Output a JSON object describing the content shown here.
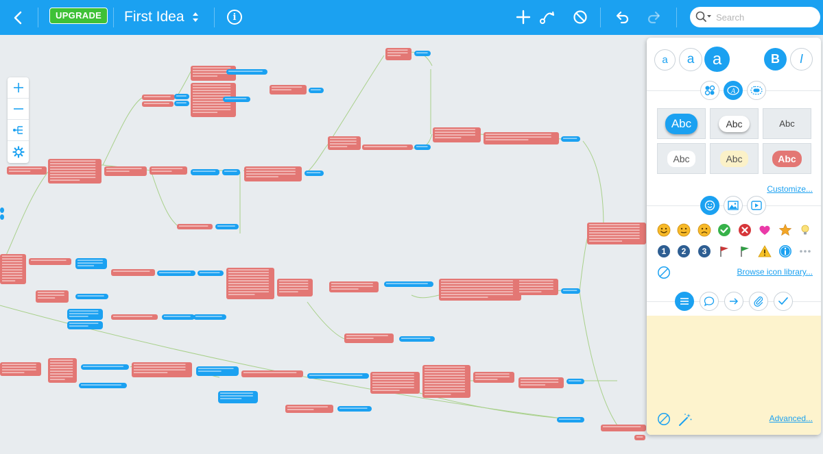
{
  "toolbar": {
    "upgrade_label": "UPGRADE",
    "doc_title": "First Idea",
    "search_placeholder": "Search",
    "icons": [
      "back-chevron-icon",
      "info-icon",
      "add-icon",
      "connect-icon",
      "no-symbol-icon",
      "undo-icon",
      "redo-icon",
      "search-icon"
    ]
  },
  "panel": {
    "font_size_labels": [
      "a",
      "a",
      "a"
    ],
    "bold_label": "B",
    "italic_label": "I",
    "style_samples": [
      "Abc",
      "Abc",
      "Abc",
      "Abc",
      "Abc",
      "Abc"
    ],
    "customize_label": "Customize...",
    "browse_icons_label": "Browse icon library...",
    "advanced_label": "Advanced...",
    "icon_numbers": [
      "1",
      "2",
      "3"
    ],
    "note_placeholder": ""
  },
  "colors": {
    "accent": "#1ba1f1",
    "upgrade": "#3fc137",
    "node_red": "#e37774",
    "node_blue": "#1ba1f1",
    "note_bg": "#fdf3cd",
    "canvas_bg": "#e8ecef"
  }
}
